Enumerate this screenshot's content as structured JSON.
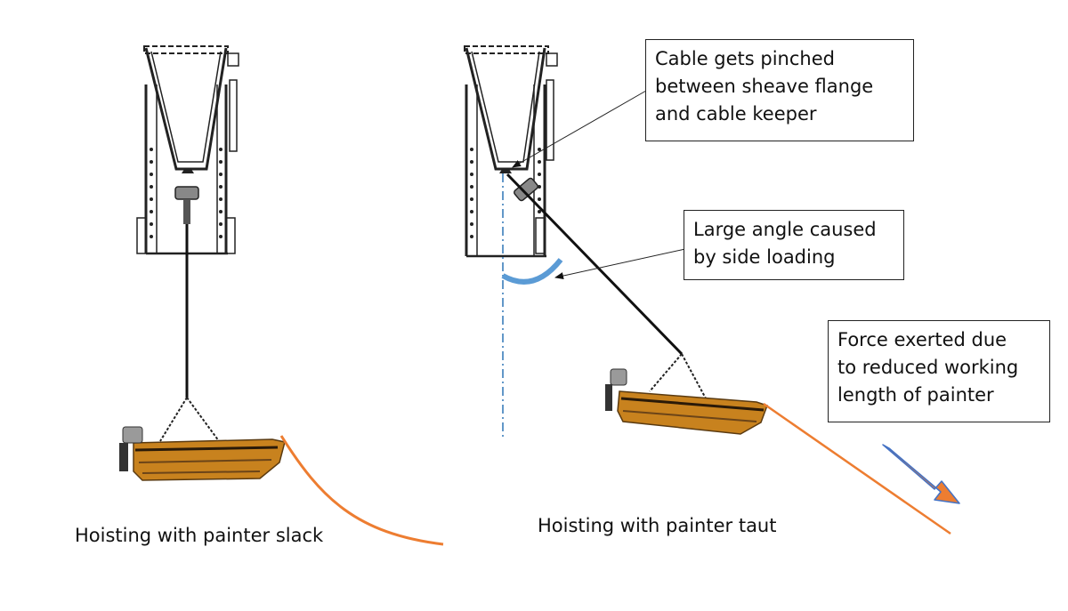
{
  "diagram": {
    "left_panel": {
      "caption": "Hoisting with painter slack"
    },
    "right_panel": {
      "caption": "Hoisting with painter taut"
    },
    "callouts": [
      {
        "id": "pinch",
        "lines": [
          "Cable gets pinched",
          "between sheave flange",
          "and cable keeper"
        ]
      },
      {
        "id": "angle",
        "lines": [
          "Large angle caused",
          "by side loading"
        ]
      },
      {
        "id": "force",
        "lines": [
          "Force exerted due",
          "to reduced working",
          "length of painter"
        ]
      }
    ],
    "colors": {
      "painter_line": "#ed7d31",
      "angle_arc": "#5b9bd5",
      "force_arrow_fill": "#ed7d31",
      "force_arrow_edge": "#4472c4",
      "centerline": "#2e75b6",
      "boat_hull": "#c8821e",
      "outline": "#222222"
    }
  }
}
